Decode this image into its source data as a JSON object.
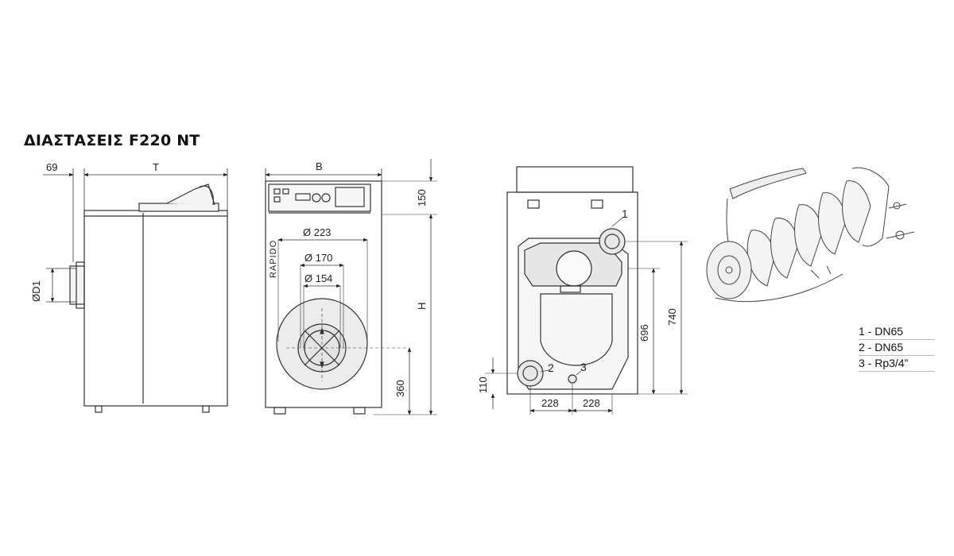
{
  "title": "ΔΙΑΣΤΑΣΕΙΣ F220 NT",
  "side_view": {
    "dim_depth_offset": "69",
    "dim_depth": "T",
    "dim_flue_diameter": "ØD1"
  },
  "front_view": {
    "dim_width": "B",
    "dim_top_clearance": "150",
    "dim_height": "H",
    "dim_burner_height": "360",
    "dia_outer": "Ø 223",
    "dia_middle": "Ø 170",
    "dia_inner": "Ø 154",
    "brand_text": "RAPIDO"
  },
  "rear_view": {
    "dim_flow_height": "740",
    "dim_return_height": "696",
    "dim_bottom_height": "110",
    "dim_left_spacing": "228",
    "dim_right_spacing": "228",
    "marker_1": "1",
    "marker_2": "2",
    "marker_3": "3"
  },
  "legend": [
    "1 - DN65",
    "2 - DN65",
    "3 - Rp3/4”"
  ]
}
